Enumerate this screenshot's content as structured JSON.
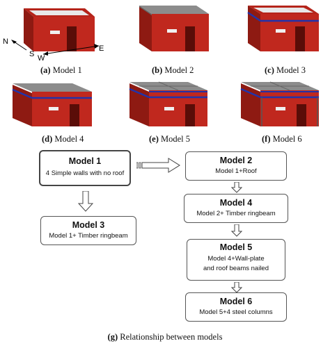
{
  "panels": [
    {
      "letter": "(a)",
      "caption": "Model 1"
    },
    {
      "letter": "(b)",
      "caption": "Model 2"
    },
    {
      "letter": "(c)",
      "caption": "Model 3"
    },
    {
      "letter": "(d)",
      "caption": "Model 4"
    },
    {
      "letter": "(e)",
      "caption": "Model 5"
    },
    {
      "letter": "(f)",
      "caption": "Model 6"
    }
  ],
  "compass": {
    "north": "N",
    "south": "S",
    "west": "W",
    "east": "E"
  },
  "flow": {
    "model1": {
      "title": "Model 1",
      "desc": "4 Simple walls with no roof"
    },
    "model2": {
      "title": "Model 2",
      "desc": "Model 1+Roof"
    },
    "model3": {
      "title": "Model 3",
      "desc": "Model 1+ Timber ringbeam"
    },
    "model4": {
      "title": "Model 4",
      "desc": "Model 2+ Timber ringbeam"
    },
    "model5": {
      "title": "Model 5",
      "desc_line1": "Model 4+Wall-plate",
      "desc_line2": "and roof beams nailed"
    },
    "model6": {
      "title": "Model 6",
      "desc": "Model 5+4 steel columns"
    }
  },
  "bottom_caption": {
    "letter": "(g)",
    "text": "Relationship between models"
  },
  "colors": {
    "wall": "#c0281e",
    "wall_dark": "#8e1a12",
    "roof": "#8c8c8c",
    "ringbeam": "#2233aa"
  }
}
